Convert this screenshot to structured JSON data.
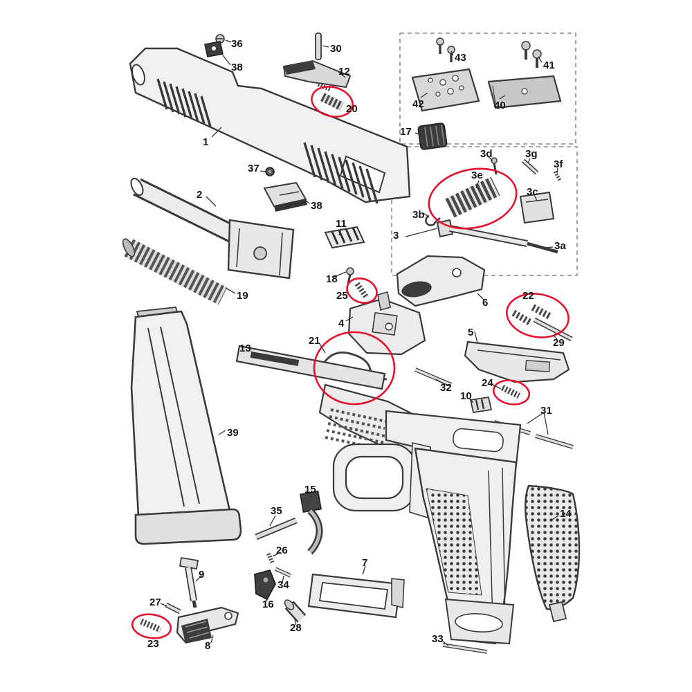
{
  "diagram": {
    "kind": "exploded-parts-diagram",
    "subject": "pistol exploded view with numbered parts",
    "background_color": "#ffffff",
    "line_color": "#3a3a3a",
    "highlight_color": "#e8112d",
    "part_labels": {
      "p1": "1",
      "p2": "2",
      "p3": "3",
      "p3a": "3a",
      "p3b": "3b",
      "p3c": "3c",
      "p3d": "3d",
      "p3e": "3e",
      "p3f": "3f",
      "p3g": "3g",
      "p4": "4",
      "p5": "5",
      "p6": "6",
      "p7": "7",
      "p8": "8",
      "p9": "9",
      "p10": "10",
      "p11": "11",
      "p12": "12",
      "p13": "13",
      "p14": "14",
      "p15": "15",
      "p16": "16",
      "p17": "17",
      "p18": "18",
      "p19": "19",
      "p20": "20",
      "p21": "21",
      "p22": "22",
      "p23": "23",
      "p24": "24",
      "p25": "25",
      "p26": "26",
      "p27": "27",
      "p28": "28",
      "p29": "29",
      "p30": "30",
      "p31": "31",
      "p32": "32",
      "p33": "33",
      "p34": "34",
      "p35": "35",
      "p36": "36",
      "p37": "37",
      "p38": "38",
      "p39": "39",
      "p40": "40",
      "p41": "41",
      "p42": "42",
      "p43": "43"
    },
    "highlighted_parts": [
      "20",
      "3e",
      "25",
      "22",
      "21",
      "24",
      "23"
    ],
    "grouped_boxes": [
      {
        "name": "optics-plates-box",
        "parts": [
          "40",
          "41",
          "42",
          "43"
        ]
      },
      {
        "name": "striker-assembly-box",
        "parts": [
          "3",
          "3a",
          "3b",
          "3c",
          "3d",
          "3e",
          "3f",
          "3g"
        ]
      }
    ]
  }
}
